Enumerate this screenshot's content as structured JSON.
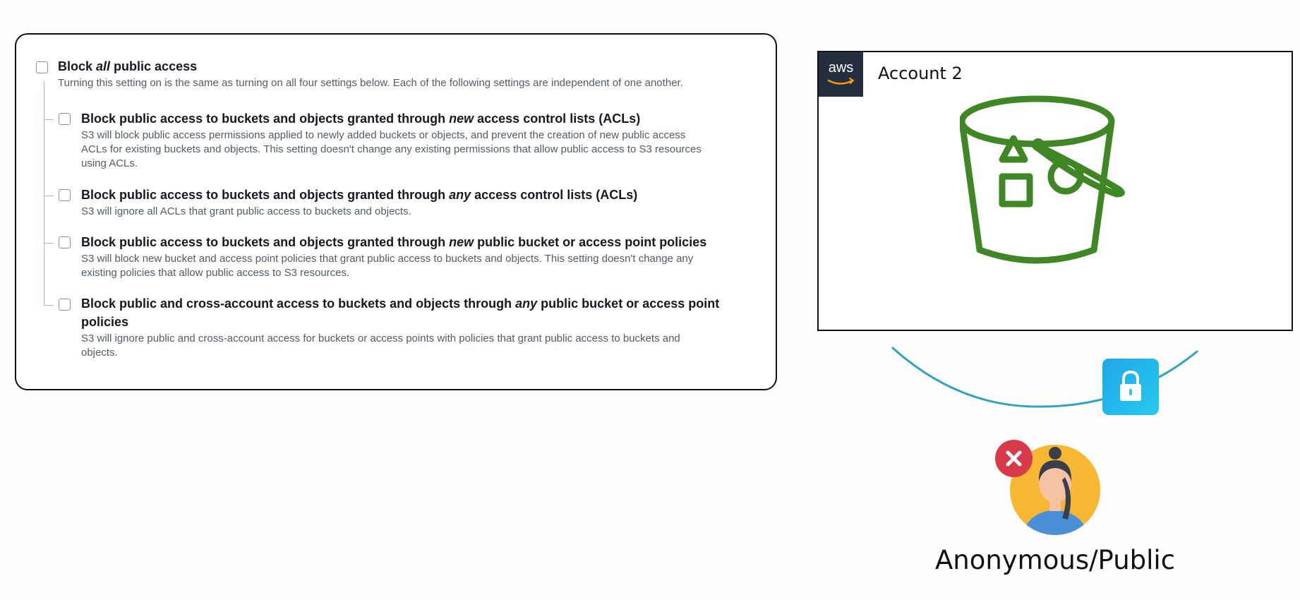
{
  "block_all": {
    "title_prefix": "Block ",
    "title_em": "all",
    "title_suffix": " public access",
    "description": "Turning this setting on is the same as turning on all four settings below. Each of the following settings are independent of one another."
  },
  "options": [
    {
      "title_prefix": "Block public access to buckets and objects granted through ",
      "title_em": "new",
      "title_suffix": " access control lists (ACLs)",
      "desc_line1": "S3 will block public access permissions applied to newly added buckets or objects, and prevent the creation of new public access",
      "desc_line2": "ACLs for existing buckets and objects. This setting doesn't change any existing permissions that allow public access to S3 resources",
      "desc_line3": "using ACLs."
    },
    {
      "title_prefix": "Block public access to buckets and objects granted through ",
      "title_em": "any",
      "title_suffix": " access control lists (ACLs)",
      "desc_line1": "S3 will ignore all ACLs that grant public access to buckets and objects."
    },
    {
      "title_prefix": "Block public access to buckets and objects granted through ",
      "title_em": "new",
      "title_suffix": " public bucket or access point policies",
      "desc_line1": "S3 will block new bucket and access point policies that grant public access to buckets and objects. This setting doesn't change any",
      "desc_line2": "existing policies that allow public access to S3 resources."
    },
    {
      "title_prefix": "Block public and cross-account access to buckets and objects through ",
      "title_em": "any",
      "title_suffix": " public bucket or access point",
      "title_line2": "policies",
      "desc_line1": "S3 will ignore public and cross-account access for buckets or access points with policies that grant public access to buckets and",
      "desc_line2": "objects."
    }
  ],
  "account": {
    "logo_text": "aws",
    "label": "Account 2"
  },
  "user": {
    "label": "Anonymous/Public"
  },
  "colors": {
    "bucket_green": "#3f8624",
    "aws_dark": "#232f3e",
    "lock_blue": "#1fa8e6",
    "deny_red": "#d83a4a",
    "arc_teal": "#2ea3bf"
  },
  "icons": {
    "bucket": "s3-bucket-icon",
    "lock": "lock-icon",
    "deny": "x-icon",
    "user": "user-avatar"
  }
}
